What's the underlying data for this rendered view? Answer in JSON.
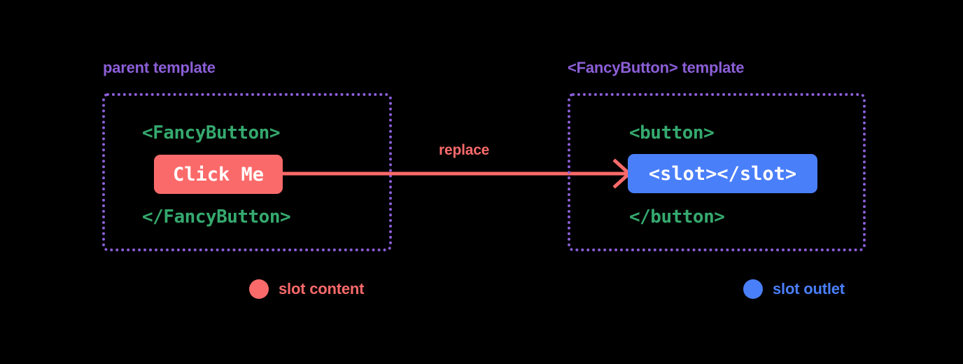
{
  "diagram": {
    "title_left": "parent template",
    "title_right": "<FancyButton> template",
    "background_color": "#000000",
    "panels": {
      "left": {
        "caption": "parent template",
        "caption_color": "#8c5fd8",
        "border_color": "#8c5fd8",
        "border_style": "dotted",
        "code_open": "<FancyButton>",
        "code_close": "</FancyButton>",
        "code_color": "#35a96e",
        "chip": {
          "label": "Click Me",
          "background": "#fb6a6a",
          "text_color": "#ffffff",
          "role": "slot content"
        }
      },
      "right": {
        "caption": "<FancyButton> template",
        "caption_color": "#8c5fd8",
        "border_color": "#8c5fd8",
        "border_style": "dotted",
        "code_open": "<button>",
        "code_close": "</button>",
        "code_color": "#35a96e",
        "chip": {
          "label": "<slot></slot>",
          "background": "#4a7ffa",
          "text_color": "#ffffff",
          "role": "slot outlet"
        }
      }
    },
    "arrow": {
      "label": "replace",
      "color": "#fb6a6a",
      "direction": "left-to-right",
      "from": "Click Me",
      "to": "<slot></slot>"
    },
    "legend": [
      {
        "label": "slot content",
        "color": "#fb6a6a"
      },
      {
        "label": "slot outlet",
        "color": "#4a7ffa"
      }
    ]
  }
}
